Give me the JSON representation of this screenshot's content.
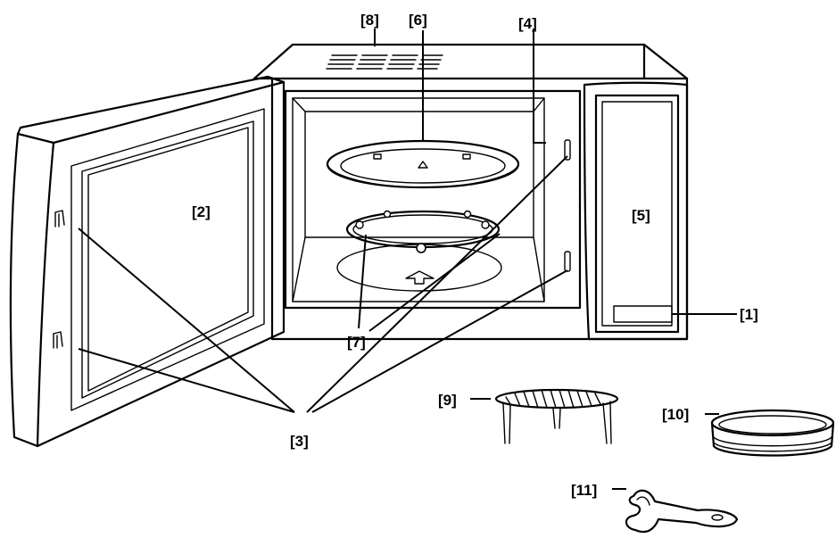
{
  "labels": {
    "control_panel_display": "[1]",
    "door_window": "[2]",
    "door_latches": "[3]",
    "waveguide_cover": "[4]",
    "control_panel": "[5]",
    "glass_tray": "[6]",
    "roller_ring": "[7]",
    "vents": "[8]",
    "grill_rack": "[9]",
    "crisp_plate": "[10]",
    "handle": "[11]"
  }
}
